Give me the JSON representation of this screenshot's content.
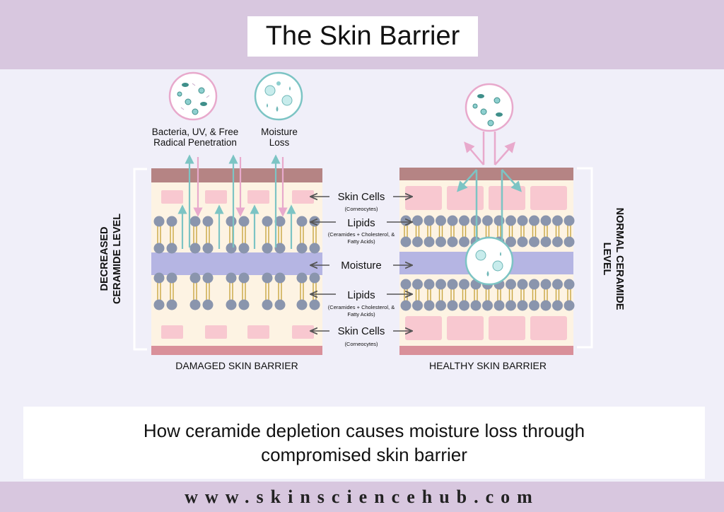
{
  "title": "The Skin Barrier",
  "threats": {
    "bacteria_label_line1": "Bacteria, UV, & Free",
    "bacteria_label_line2": "Radical Penetration",
    "moisture_loss_line1": "Moisture",
    "moisture_loss_line2": "Loss"
  },
  "layers": {
    "skin_cells_top": "Skin Cells",
    "skin_cells_top_sub": "(Corneocytes)",
    "lipids_top": "Lipids",
    "lipids_top_sub_line1": "(Ceramides + Cholesterol, &",
    "lipids_top_sub_line2": "Fatty Acids)",
    "moisture": "Moisture",
    "lipids_bottom": "Lipids",
    "lipids_bottom_sub_line1": "(Ceramides + Cholesterol, &",
    "lipids_bottom_sub_line2": "Fatty Acids)",
    "skin_cells_bottom": "Skin Cells",
    "skin_cells_bottom_sub": "(Corneocytes)"
  },
  "left_side": {
    "level_line1": "DECREASED",
    "level_line2": "CERAMIDE LEVEL",
    "caption": "DAMAGED SKIN BARRIER"
  },
  "right_side": {
    "level_line1": "NORMAL CERAMIDE",
    "level_line2": "LEVEL",
    "caption": "HEALTHY SKIN BARRIER"
  },
  "caption": "How ceramide depletion causes moisture loss through compromised skin barrier",
  "website": "www.skinsciencehub.com",
  "colors": {
    "band": "#d8c7df",
    "background": "#f0eff9",
    "skin_top": "#b58484",
    "skin_cell": "#f8c8d0",
    "lipid_head": "#8a95ad",
    "moisture_band": "#b5b5e3",
    "tissue": "#fdf3e3",
    "teal": "#7cc4c4",
    "pink": "#e8a9cc"
  }
}
